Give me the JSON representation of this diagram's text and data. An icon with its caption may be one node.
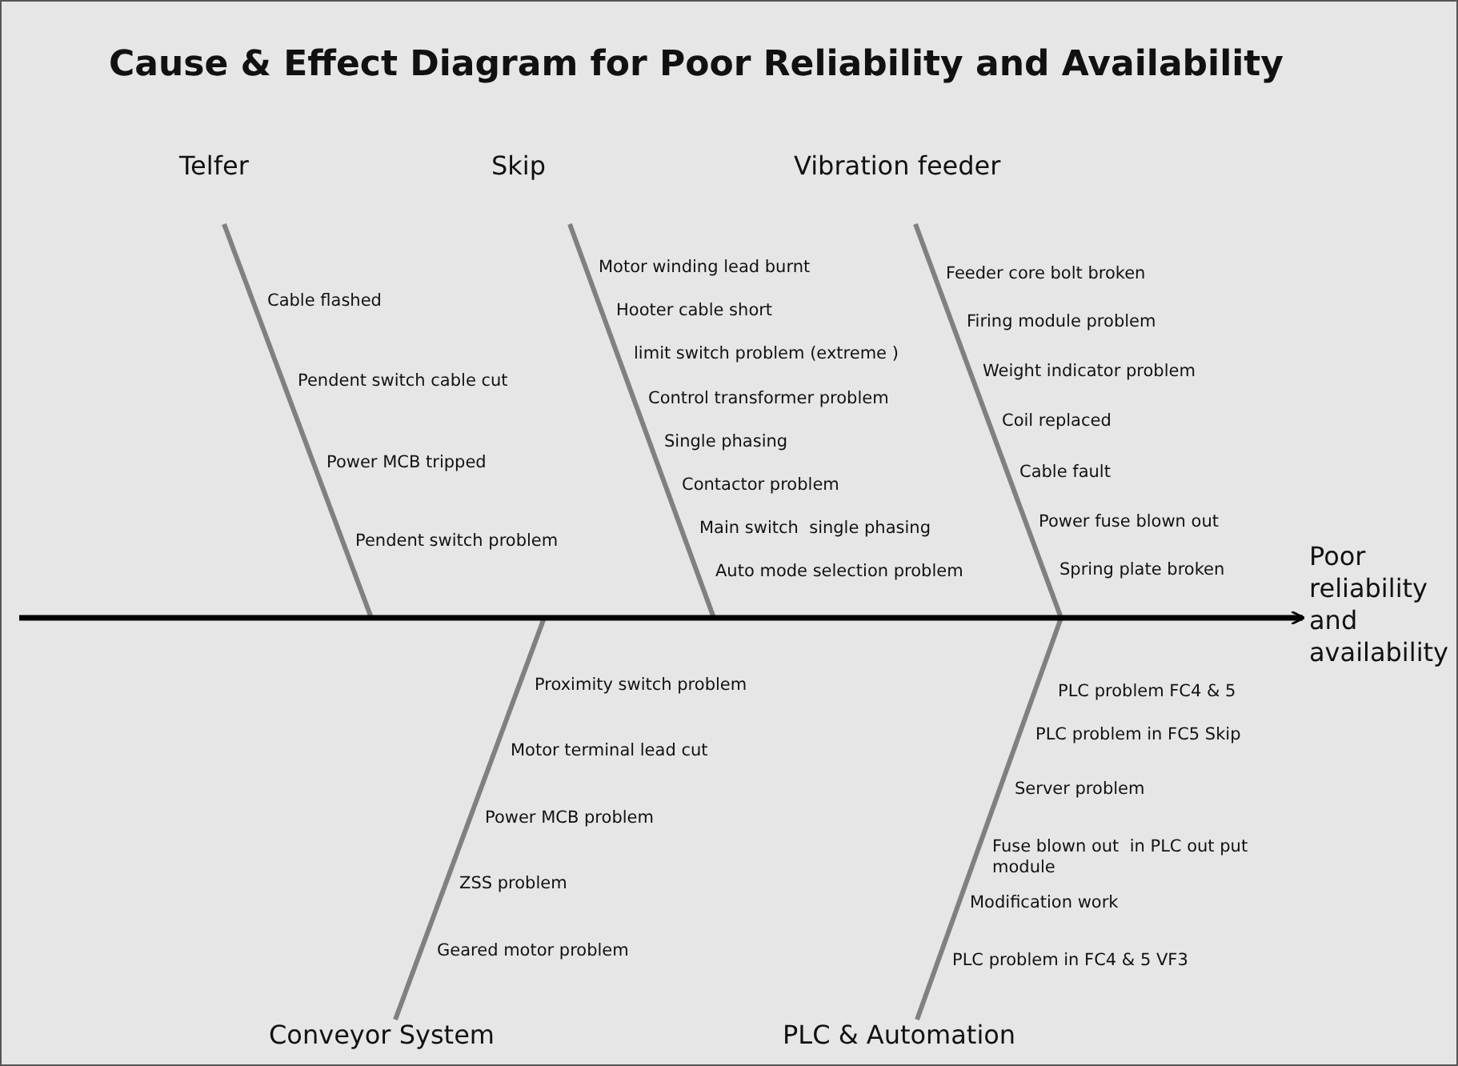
{
  "diagram": {
    "title": "Cause & Effect Diagram for Poor Reliability and Availability",
    "nodes": [
      {
        "text": [
          "Telfer"
        ]
      },
      {
        "text": [
          "Skip"
        ]
      },
      {
        "text": [
          "Vibration feeder"
        ]
      },
      {
        "text": [
          "Conveyor System"
        ]
      },
      {
        "text": [
          "PLC & Automation"
        ]
      },
      {
        "text": [
          "Poor reliability and availability"
        ]
      }
    ],
    "edges": [
      {
        "from": 0,
        "to": null,
        "arrow": "none"
      },
      {
        "from": 1,
        "to": null,
        "arrow": "none"
      },
      {
        "from": 2,
        "to": null,
        "arrow": "none"
      },
      {
        "from": 3,
        "to": null,
        "arrow": "none"
      },
      {
        "from": 4,
        "to": null,
        "arrow": "none"
      },
      {
        "from": null,
        "to": 5,
        "arrow": "to",
        "color": "#000000"
      }
    ],
    "labels": [
      "Cable flashed",
      "Pendent switch cable cut",
      "Power MCB tripped",
      "Pendent switch problem",
      "Motor winding lead burnt",
      "Hooter cable short",
      "limit switch problem (extreme )",
      "Control transformer problem",
      "Single phasing",
      "Contactor problem",
      "Main switch  single phasing",
      "Auto mode selection problem",
      "Feeder core bolt broken",
      "Firing module problem",
      "Weight indicator problem",
      "Coil replaced",
      "Cable fault",
      "Power fuse blown out",
      "Spring plate broken",
      "Proximity switch problem",
      "Motor terminal lead cut",
      "Power MCB problem",
      "ZSS problem",
      "Geared motor problem",
      "PLC problem FC4 & 5",
      "PLC problem in FC5 Skip",
      "Server problem",
      "Fuse blown out  in PLC out put module",
      "Modification work",
      "PLC problem in FC4 & 5 VF3"
    ]
  }
}
